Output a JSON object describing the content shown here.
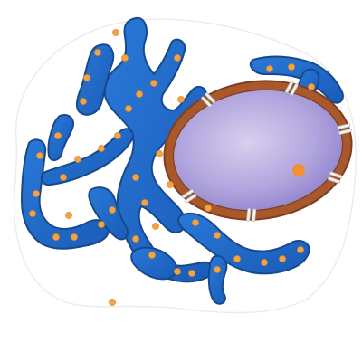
{
  "colors": {
    "background": "#ffffff",
    "cell_fill": "#ffffff",
    "cell_outline": "#e6e6e6",
    "er_fill": "#1f68c9",
    "er_stroke": "#17498e",
    "er_highlight": "#4d95e6",
    "ribosome": "#f4a340",
    "ribosome_stroke": "#d9822a",
    "nuclear_envelope": "#a8582b",
    "nuclear_envelope_dark": "#7e3e1d",
    "nucleus_center": "#d7d0ee",
    "nucleus_edge": "#8f7fcb",
    "nucleolus": "#f39033",
    "pore": "#f4f4f4",
    "pore_stroke": "#b9b9b9"
  },
  "structures": [
    {
      "name": "cell-membrane-outline",
      "kind": "cell-outline"
    },
    {
      "name": "rough-endoplasmic-reticulum",
      "kind": "er-network"
    },
    {
      "name": "nuclear-envelope",
      "kind": "envelope"
    },
    {
      "name": "nucleus",
      "kind": "nucleus"
    },
    {
      "name": "nucleolus",
      "kind": "nucleolus"
    },
    {
      "name": "nuclear-pore",
      "kind": "pore",
      "count": 6
    },
    {
      "name": "ribosome",
      "kind": "ribosome",
      "count": 40
    }
  ]
}
